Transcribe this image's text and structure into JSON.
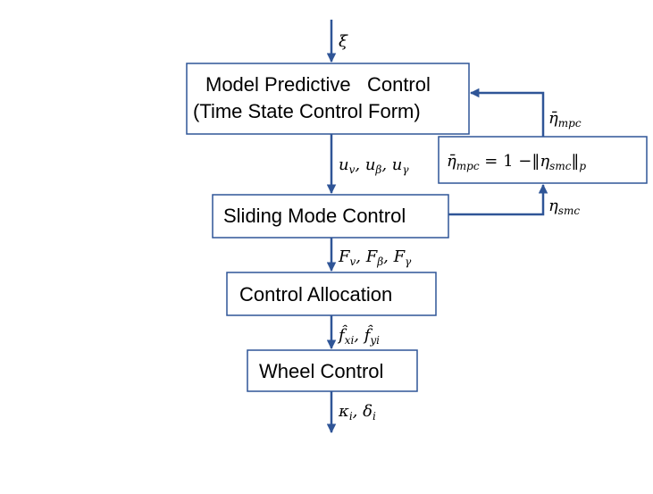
{
  "diagram": {
    "input_label": "ξ",
    "mpc": {
      "line1": "Model Predictive   Control",
      "line2": "(Time State Control Form)"
    },
    "smc": {
      "label": "Sliding Mode Control"
    },
    "alloc": {
      "label": "Control Allocation"
    },
    "wheel": {
      "label": "Wheel Control"
    },
    "signals": {
      "u": "u_v, u_β, u_γ",
      "F": "F_v, F_β, F_γ",
      "f": "f̂_xi, f̂_yi",
      "out": "κ_i, δ_i",
      "eta_smc": "η_smc",
      "eta_mpc_bar": "η̄_mpc"
    },
    "formula": "η̄_mpc = 1 −‖η_smc‖_p"
  }
}
